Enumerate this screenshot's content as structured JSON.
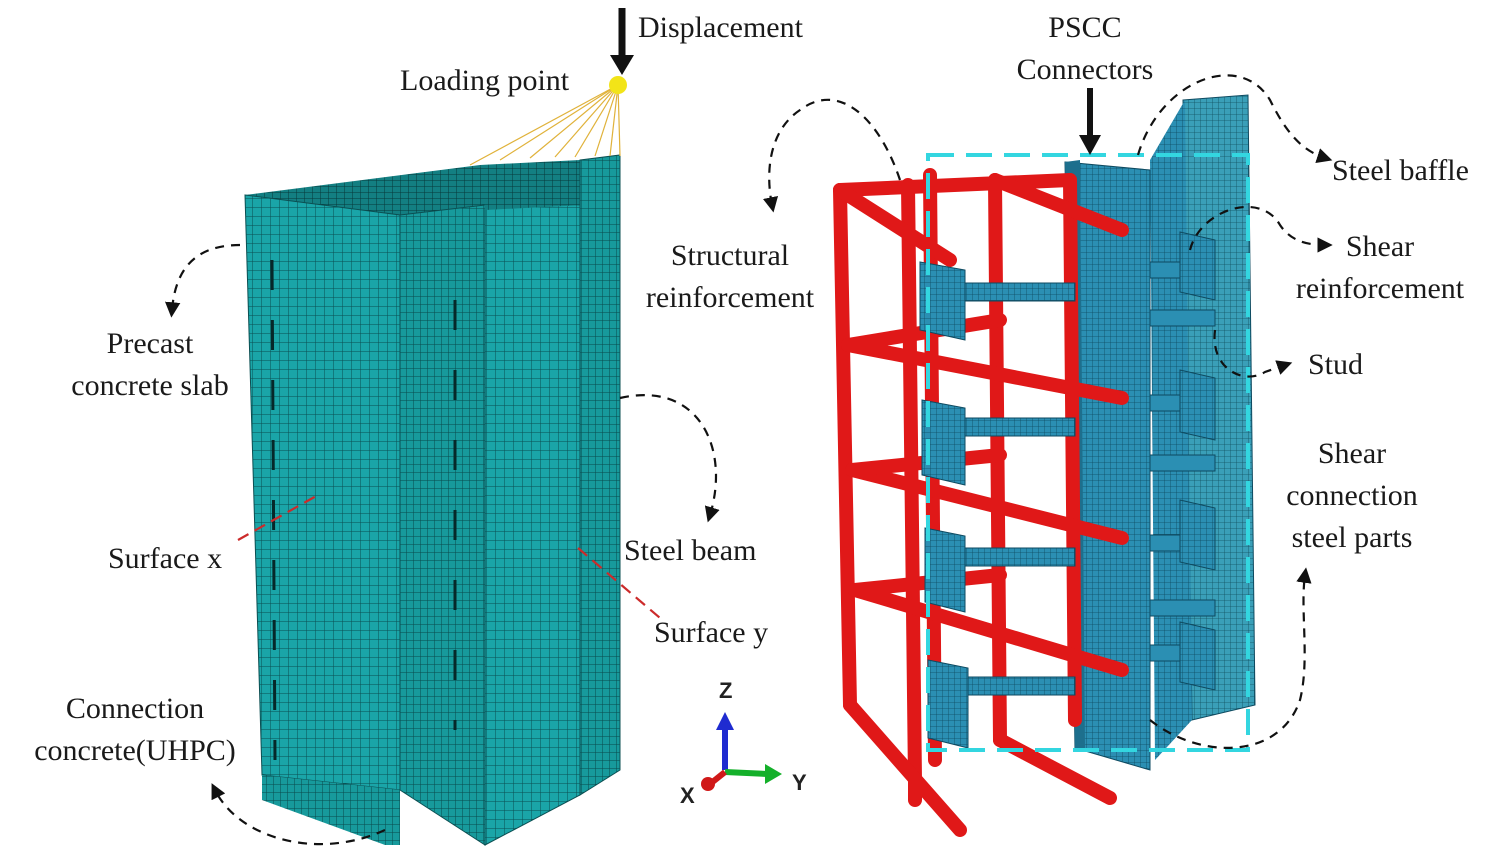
{
  "labels": {
    "displacement": "Displacement",
    "loading_point": "Loading point",
    "precast_slab": [
      "Precast",
      "concrete slab"
    ],
    "surface_x": "Surface x",
    "steel_beam": "Steel beam",
    "surface_y": "Surface y",
    "connection_concrete": [
      "Connection",
      "concrete(UHPC)"
    ],
    "pscc": [
      "PSCC",
      "Connectors"
    ],
    "steel_baffle": "Steel baffle",
    "structural_reinforcement": [
      "Structural",
      "reinforcement"
    ],
    "shear_reinforcement": [
      "Shear",
      "reinforcement"
    ],
    "stud": "Stud",
    "shear_connection": [
      "Shear",
      "connection",
      "steel parts"
    ]
  },
  "axes": {
    "z": "Z",
    "y": "Y",
    "x": "X"
  },
  "colors": {
    "mesh": "#1aa5a8",
    "mesh_line": "#0b4f52",
    "rebar": "#e01818",
    "steel_part": "#2b8fb3",
    "connector_box": "#33d6e0",
    "loading_point": "#f2e418",
    "axis_z": "#1f2bd0",
    "axis_y": "#14b02a",
    "axis_x": "#d01818"
  }
}
